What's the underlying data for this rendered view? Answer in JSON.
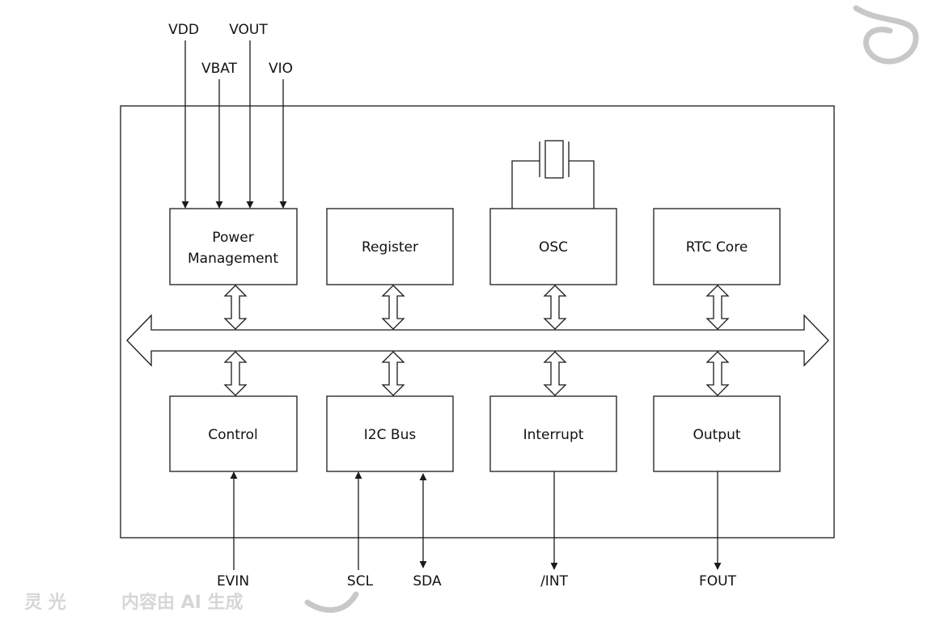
{
  "blocks": {
    "power": {
      "line1": "Power",
      "line2": "Management"
    },
    "register": "Register",
    "osc": "OSC",
    "rtc_core": "RTC Core",
    "control": "Control",
    "i2c_bus": "I2C Bus",
    "interrupt": "Interrupt",
    "output": "Output"
  },
  "pins": {
    "vdd": "VDD",
    "vout": "VOUT",
    "vbat": "VBAT",
    "vio": "VIO",
    "evin": "EVIN",
    "scl": "SCL",
    "sda": "SDA",
    "int": "/INT",
    "fout": "FOUT"
  }
}
